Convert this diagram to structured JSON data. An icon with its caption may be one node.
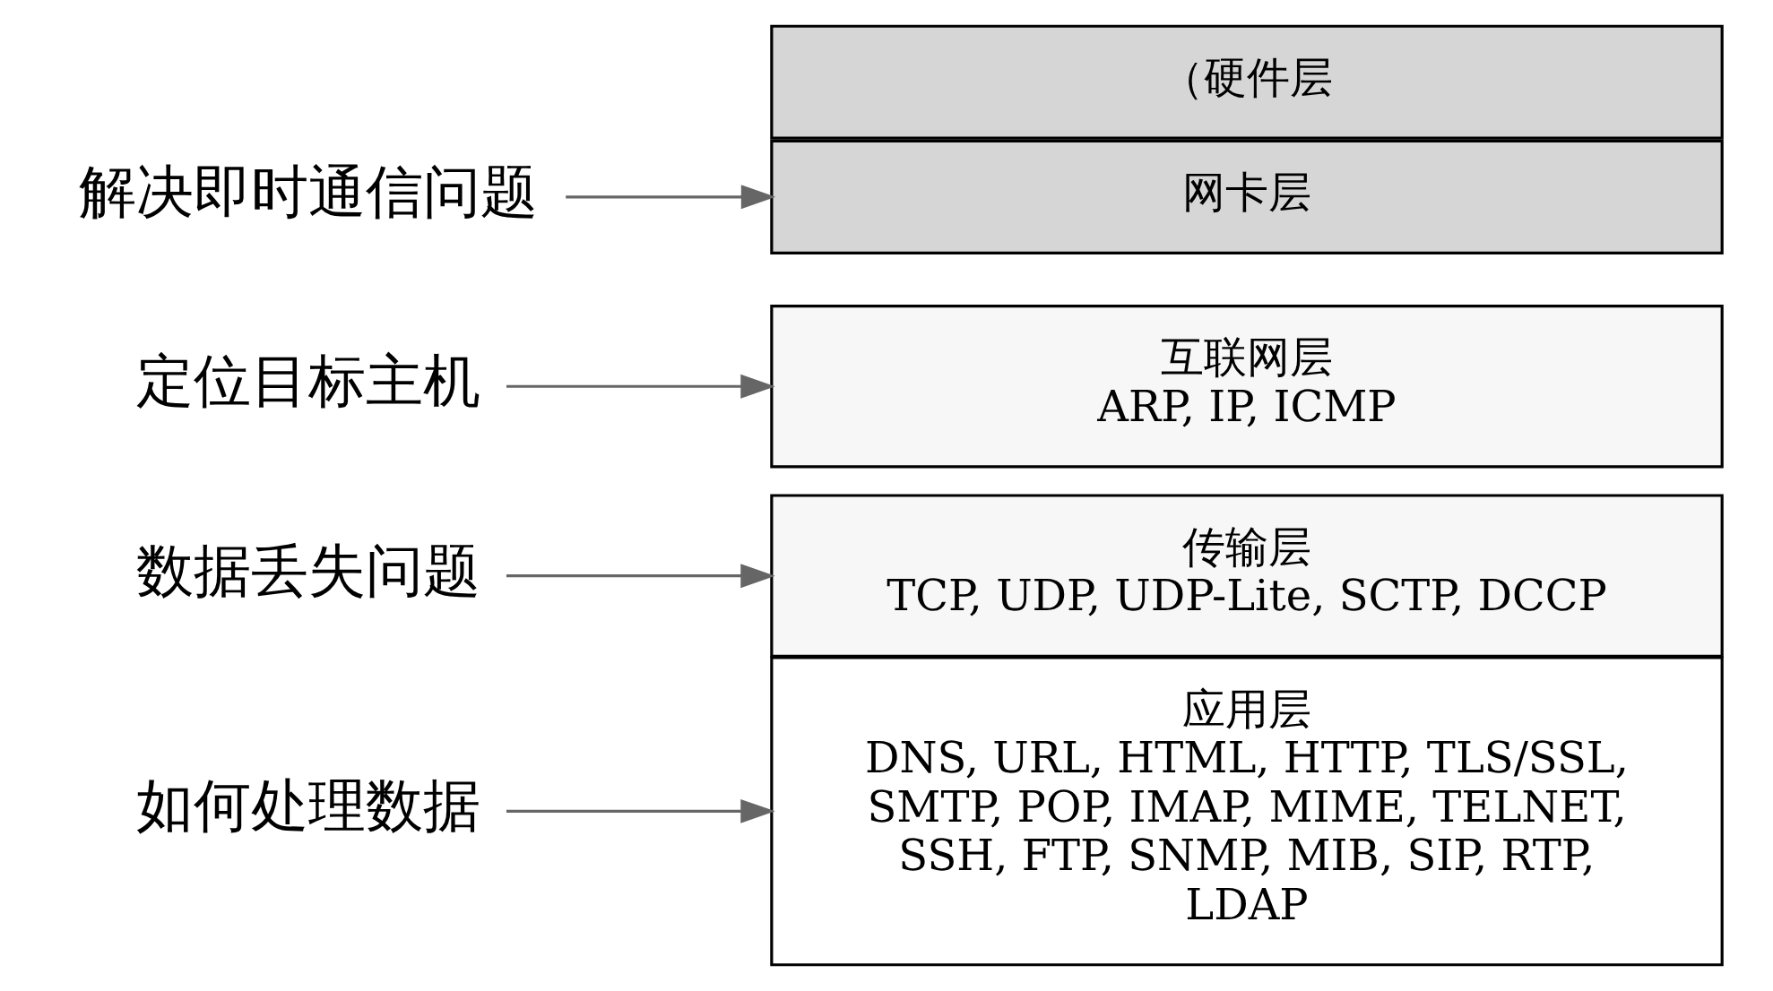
{
  "diagram": {
    "nodes": [
      {
        "text": [
          "如何处理数据"
        ]
      },
      {
        "text": [
          "数据丢失问题"
        ]
      },
      {
        "text": [
          "定位目标主机"
        ]
      },
      {
        "text": [
          "解决即时通信问题"
        ]
      },
      {
        "text": [
          "应用层",
          "DNS, URL, HTML, HTTP, TLS/SSL, SMTP, POP, IMAP, MIME, TELNET, SSH, FTP, SNMP, MIB, SIP, RTP, LDAP"
        ]
      },
      {
        "text": [
          "传输层",
          "TCP, UDP, UDP-Lite, SCTP, DCCP"
        ]
      },
      {
        "text": [
          "互联网层",
          "ARP, IP, ICMP"
        ]
      },
      {
        "text": [
          "网卡层"
        ]
      },
      {
        "text": [
          "（硬件层"
        ]
      }
    ],
    "edges": [
      {
        "from": 0,
        "to": 4,
        "arrow": "to"
      },
      {
        "from": 1,
        "to": 5,
        "arrow": "to"
      },
      {
        "from": 2,
        "to": 6,
        "arrow": "to"
      },
      {
        "from": 3,
        "to": 7,
        "arrow": "to"
      }
    ]
  }
}
